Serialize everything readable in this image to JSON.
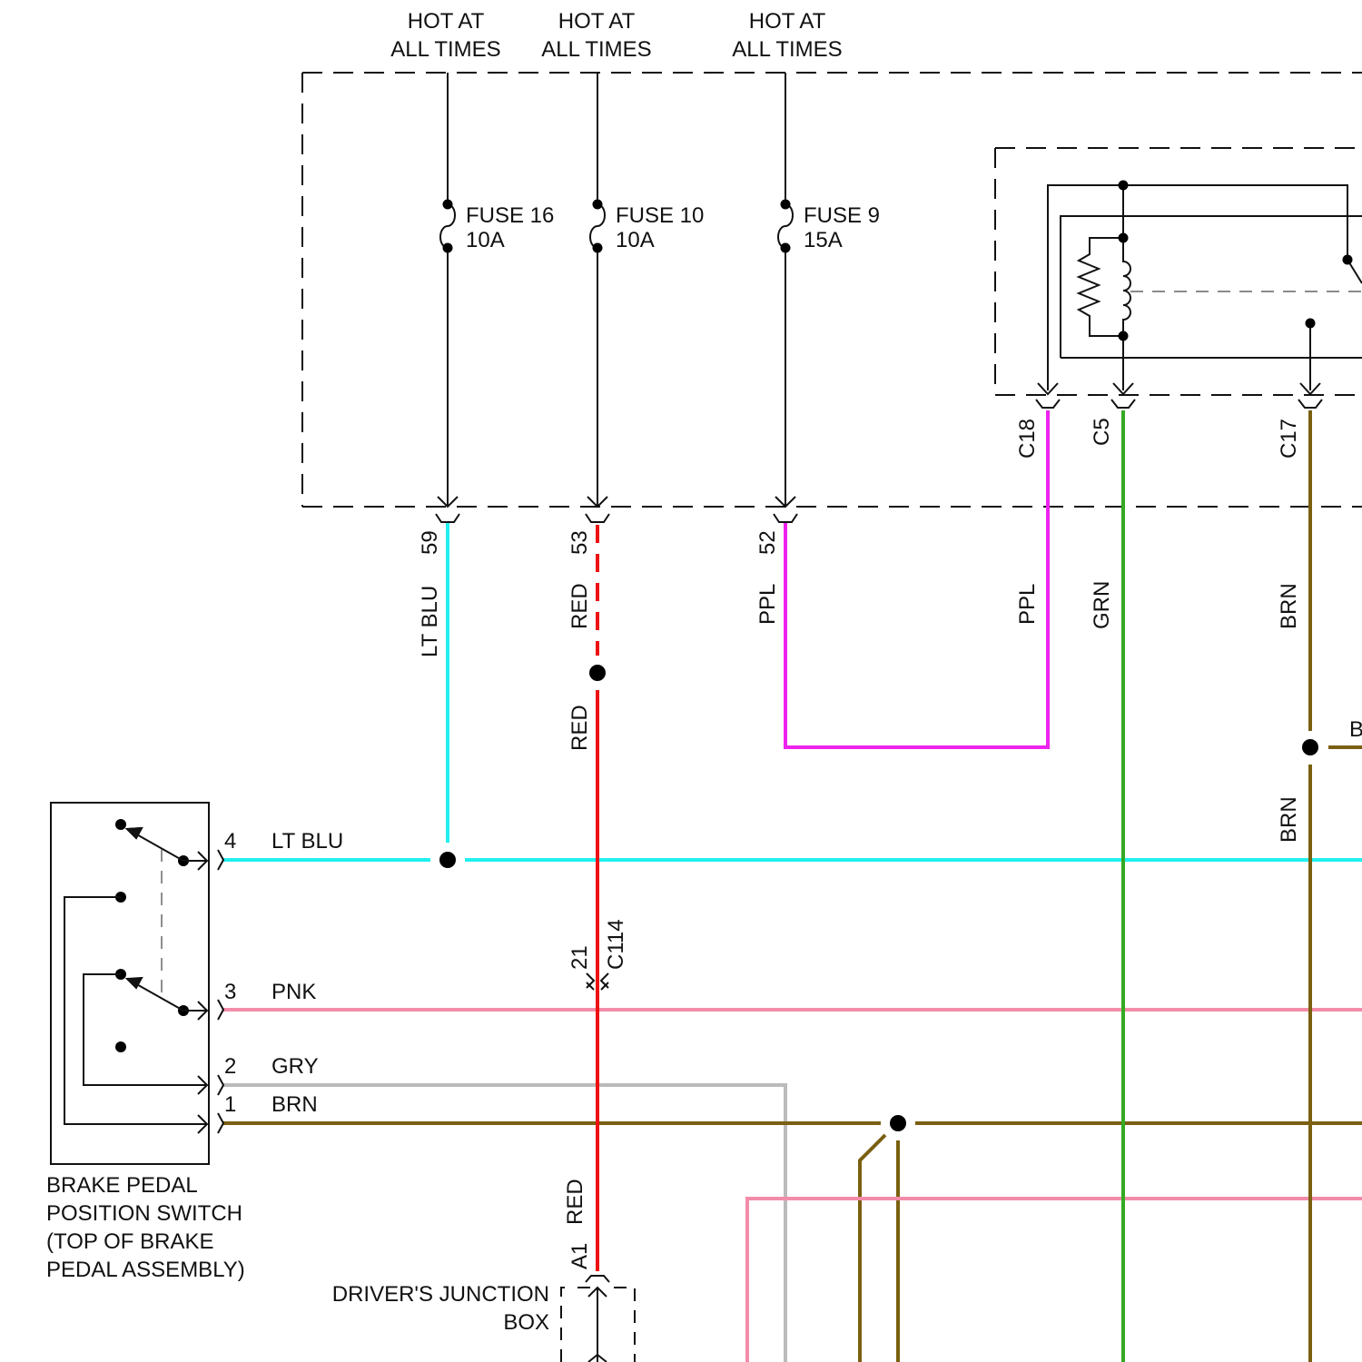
{
  "colors": {
    "lt_blu": "#22f0f0",
    "red": "#ee1111",
    "ppl": "#ee22ee",
    "grn": "#33aa22",
    "brn": "#7a6010",
    "pnk": "#f28ca8",
    "gry": "#bbbbbb"
  },
  "power": [
    {
      "line1": "HOT AT",
      "line2": "ALL TIMES",
      "fuse": "FUSE 16",
      "rating": "10A",
      "pin": "59",
      "wire": "LT BLU"
    },
    {
      "line1": "HOT AT",
      "line2": "ALL TIMES",
      "fuse": "FUSE 10",
      "rating": "10A",
      "pin": "53",
      "wire": "RED"
    },
    {
      "line1": "HOT AT",
      "line2": "ALL TIMES",
      "fuse": "FUSE 9",
      "rating": "15A",
      "pin": "52",
      "wire": "PPL"
    }
  ],
  "red_below_splice": "RED",
  "relay": {
    "pins": [
      {
        "connector": "C18",
        "wire": "PPL"
      },
      {
        "connector": "C5",
        "wire": "GRN"
      },
      {
        "connector": "C17",
        "wire": "BRN"
      }
    ],
    "brn_lower": "BRN",
    "branch_label": "B"
  },
  "c114": {
    "pin": "21",
    "connector": "C114"
  },
  "switch": {
    "pins": [
      {
        "pin": "4",
        "wire": "LT BLU"
      },
      {
        "pin": "3",
        "wire": "PNK"
      },
      {
        "pin": "2",
        "wire": "GRY"
      },
      {
        "pin": "1",
        "wire": "BRN"
      }
    ],
    "label_lines": [
      "BRAKE PEDAL",
      "POSITION SWITCH",
      "(TOP OF BRAKE",
      "PEDAL ASSEMBLY)"
    ]
  },
  "junction": {
    "pin": "A1",
    "wire": "RED",
    "label_line1": "DRIVER'S JUNCTION",
    "label_line2": "BOX"
  }
}
